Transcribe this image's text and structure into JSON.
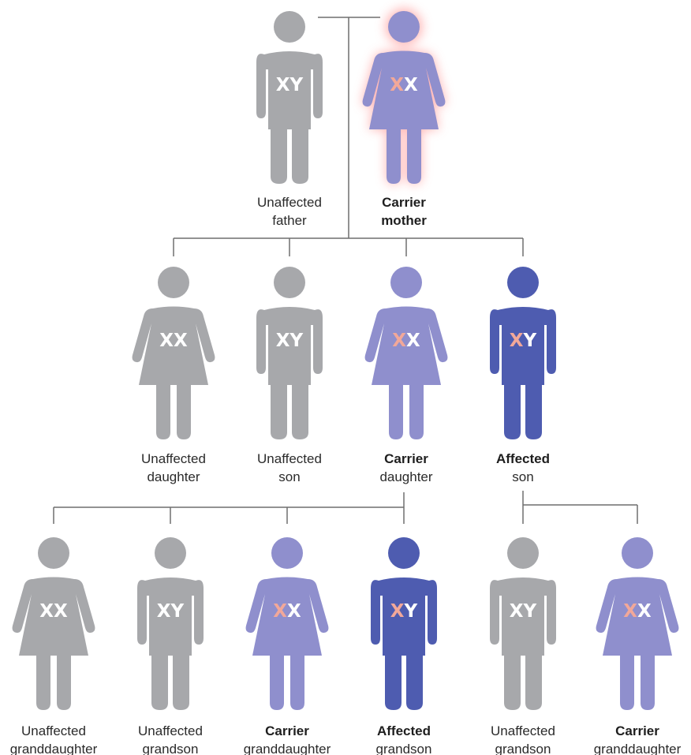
{
  "colors": {
    "unaffected": "#a7a8ab",
    "carrier": "#8f8fcd",
    "affected": "#4e5cb0",
    "marked_x": "#f2a899",
    "chromosome_text": "#ffffff",
    "connector": "#6f6f6f",
    "carrier_glow": "#ff9a9a"
  },
  "people": [
    {
      "gen": 1,
      "figure": "male",
      "status": "unaffected",
      "chromosomes": {
        "first": "X",
        "second": "Y",
        "first_marked": false
      },
      "label": {
        "line1": "Unaffected",
        "line2": "father",
        "line1_bold": false,
        "line2_bold": false
      }
    },
    {
      "gen": 1,
      "figure": "female",
      "status": "carrier",
      "highlight": true,
      "chromosomes": {
        "first": "X",
        "second": "X",
        "first_marked": true
      },
      "label": {
        "line1": "Carrier",
        "line2": "mother",
        "line1_bold": true,
        "line2_bold": true
      }
    },
    {
      "gen": 2,
      "figure": "female",
      "status": "unaffected",
      "chromosomes": {
        "first": "X",
        "second": "X",
        "first_marked": false
      },
      "label": {
        "line1": "Unaffected",
        "line2": "daughter",
        "line1_bold": false,
        "line2_bold": false
      }
    },
    {
      "gen": 2,
      "figure": "male",
      "status": "unaffected",
      "chromosomes": {
        "first": "X",
        "second": "Y",
        "first_marked": false
      },
      "label": {
        "line1": "Unaffected",
        "line2": "son",
        "line1_bold": false,
        "line2_bold": false
      }
    },
    {
      "gen": 2,
      "figure": "female",
      "status": "carrier",
      "chromosomes": {
        "first": "X",
        "second": "X",
        "first_marked": true
      },
      "label": {
        "line1": "Carrier",
        "line2": "daughter",
        "line1_bold": true,
        "line2_bold": false
      }
    },
    {
      "gen": 2,
      "figure": "male",
      "status": "affected",
      "chromosomes": {
        "first": "X",
        "second": "Y",
        "first_marked": true
      },
      "label": {
        "line1": "Affected",
        "line2": "son",
        "line1_bold": true,
        "line2_bold": false
      }
    },
    {
      "gen": 3,
      "figure": "female",
      "status": "unaffected",
      "chromosomes": {
        "first": "X",
        "second": "X",
        "first_marked": false
      },
      "label": {
        "line1": "Unaffected",
        "line2": "granddaughter",
        "line1_bold": false,
        "line2_bold": false
      }
    },
    {
      "gen": 3,
      "figure": "male",
      "status": "unaffected",
      "chromosomes": {
        "first": "X",
        "second": "Y",
        "first_marked": false
      },
      "label": {
        "line1": "Unaffected",
        "line2": "grandson",
        "line1_bold": false,
        "line2_bold": false
      }
    },
    {
      "gen": 3,
      "figure": "female",
      "status": "carrier",
      "chromosomes": {
        "first": "X",
        "second": "X",
        "first_marked": true
      },
      "label": {
        "line1": "Carrier",
        "line2": "granddaughter",
        "line1_bold": true,
        "line2_bold": false
      }
    },
    {
      "gen": 3,
      "figure": "male",
      "status": "affected",
      "chromosomes": {
        "first": "X",
        "second": "Y",
        "first_marked": true
      },
      "label": {
        "line1": "Affected",
        "line2": "grandson",
        "line1_bold": true,
        "line2_bold": false
      }
    },
    {
      "gen": 3,
      "figure": "male",
      "status": "unaffected",
      "chromosomes": {
        "first": "X",
        "second": "Y",
        "first_marked": false
      },
      "label": {
        "line1": "Unaffected",
        "line2": "grandson",
        "line1_bold": false,
        "line2_bold": false
      }
    },
    {
      "gen": 3,
      "figure": "female",
      "status": "carrier",
      "chromosomes": {
        "first": "X",
        "second": "X",
        "first_marked": true
      },
      "label": {
        "line1": "Carrier",
        "line2": "granddaughter",
        "line1_bold": true,
        "line2_bold": false
      }
    }
  ]
}
